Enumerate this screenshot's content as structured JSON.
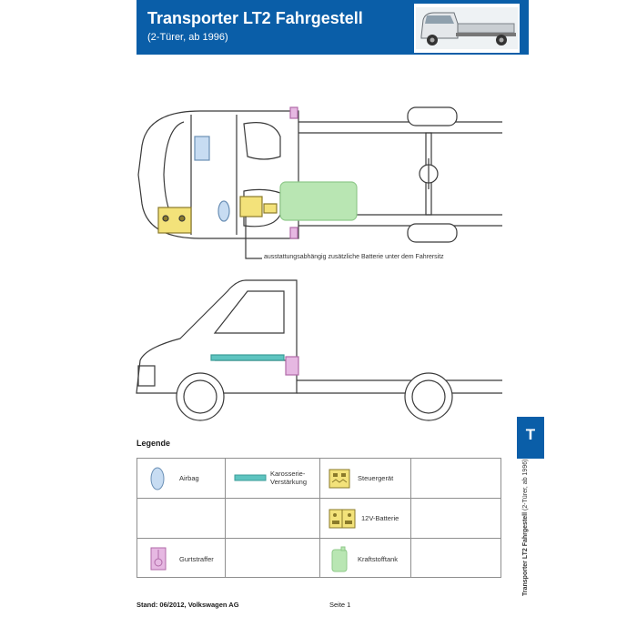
{
  "header": {
    "title": "Transporter LT2 Fahrgestell",
    "subtitle": "(2-Türer, ab 1996)",
    "photo_icon": "pickup-truck-photo"
  },
  "sidetab": {
    "letter": "T",
    "vertical_title": "Transporter LT2 Fahrgestell",
    "vertical_subtitle": "(2-Türer, ab 1996)"
  },
  "diagram": {
    "callout": "ausstattungsabhängig zusätzliche Batterie unter dem Fahrersitz"
  },
  "legend": {
    "title": "Legende",
    "items": {
      "airbag": "Airbag",
      "reinforcement_line1": "Karosserie-",
      "reinforcement_line2": "Verstärkung",
      "control_unit": "Steuergerät",
      "battery": "12V-Batterie",
      "belt_tensioner": "Gurtstraffer",
      "fuel_tank": "Kraftstofftank"
    },
    "colors": {
      "airbag": "#c7dcf2",
      "reinforcement": "#5ec4c0",
      "control_unit": "#f3e27a",
      "battery": "#f3e27a",
      "belt_tensioner": "#e6b8e2",
      "fuel_tank": "#b9e6b3"
    }
  },
  "footer": {
    "stand": "Stand: 06/2012, Volkswagen AG",
    "page": "Seite 1"
  }
}
